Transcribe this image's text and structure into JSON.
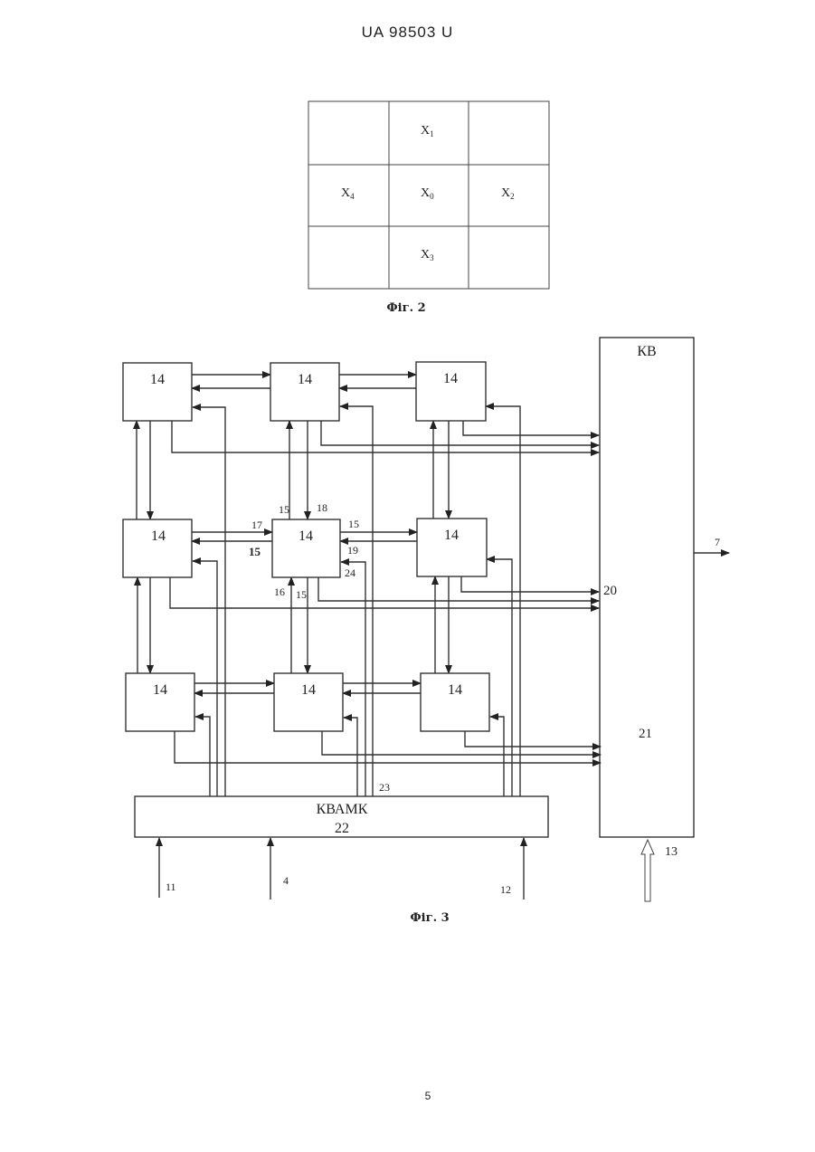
{
  "header": {
    "doc_number": "UA   98503   U"
  },
  "fig2": {
    "caption": "Фіг. 2",
    "cells": {
      "x1": {
        "base": "X",
        "sub": "1"
      },
      "x4": {
        "base": "X",
        "sub": "4"
      },
      "x0": {
        "base": "X",
        "sub": "0"
      },
      "x2": {
        "base": "X",
        "sub": "2"
      },
      "x3": {
        "base": "X",
        "sub": "3"
      }
    }
  },
  "fig3": {
    "caption": "Фіг. 3",
    "processor_label": "14",
    "kv_label": "КВ",
    "kvamk_label": "КВАМК",
    "kvamk_number": "22",
    "labels": {
      "l15a": "15",
      "l18": "18",
      "l17": "17",
      "l15b": "15",
      "l15c": "15",
      "l19": "19",
      "l24": "24",
      "l16": "16",
      "l15d": "15",
      "l20": "20",
      "l21": "21",
      "l23": "23",
      "l7": "7",
      "l11": "11",
      "l4": "4",
      "l12": "12",
      "l13": "13"
    }
  },
  "footer": {
    "page_number": "5"
  }
}
